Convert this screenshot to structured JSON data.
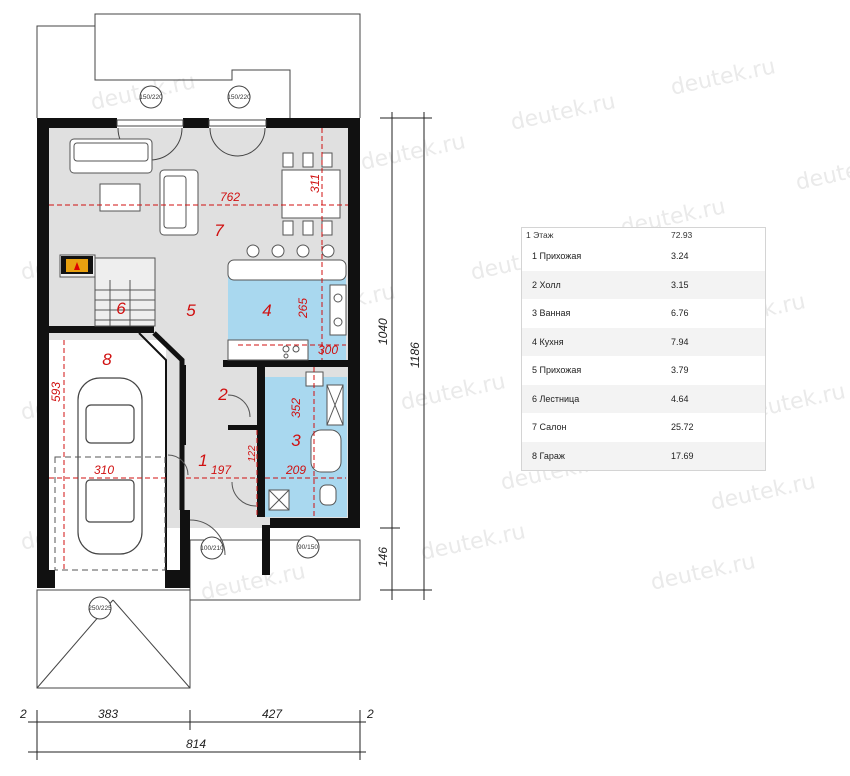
{
  "watermark": "deutek.ru",
  "plan": {
    "rooms": [
      {
        "num": "1",
        "name": "Прихожая",
        "area": "3.24"
      },
      {
        "num": "2",
        "name": "Холл",
        "area": "3.15"
      },
      {
        "num": "3",
        "name": "Ванная",
        "area": "6.76"
      },
      {
        "num": "4",
        "name": "Кухня",
        "area": "7.94"
      },
      {
        "num": "5",
        "name": "Прихожая",
        "area": "3.79"
      },
      {
        "num": "6",
        "name": "Лестница",
        "area": "4.64"
      },
      {
        "num": "7",
        "name": "Салон",
        "area": "25.72"
      },
      {
        "num": "8",
        "name": "Гараж",
        "area": "17.69"
      }
    ],
    "inner_dims": {
      "salon_width": "762",
      "salon_depth": "311",
      "kitchen_depth": "265",
      "kitchen_width": "300",
      "bath_depth": "352",
      "bath_width": "209",
      "hall_width": "197",
      "closet_width": "122",
      "garage_depth": "593",
      "garage_width": "310"
    },
    "outer_dims": {
      "bottom_left": "383",
      "bottom_right": "427",
      "bottom_total": "814",
      "edge_left": "2",
      "edge_right": "2",
      "right_main": "1040",
      "right_total": "1186",
      "right_small": "146"
    },
    "openings": {
      "top_left": "150/220",
      "top_right": "150/220",
      "bath_window": "90/150",
      "entry_door": "100/210",
      "garage_door": "250/225"
    }
  },
  "table": {
    "floor_label": "1 Этаж",
    "total_area": "72.93"
  }
}
